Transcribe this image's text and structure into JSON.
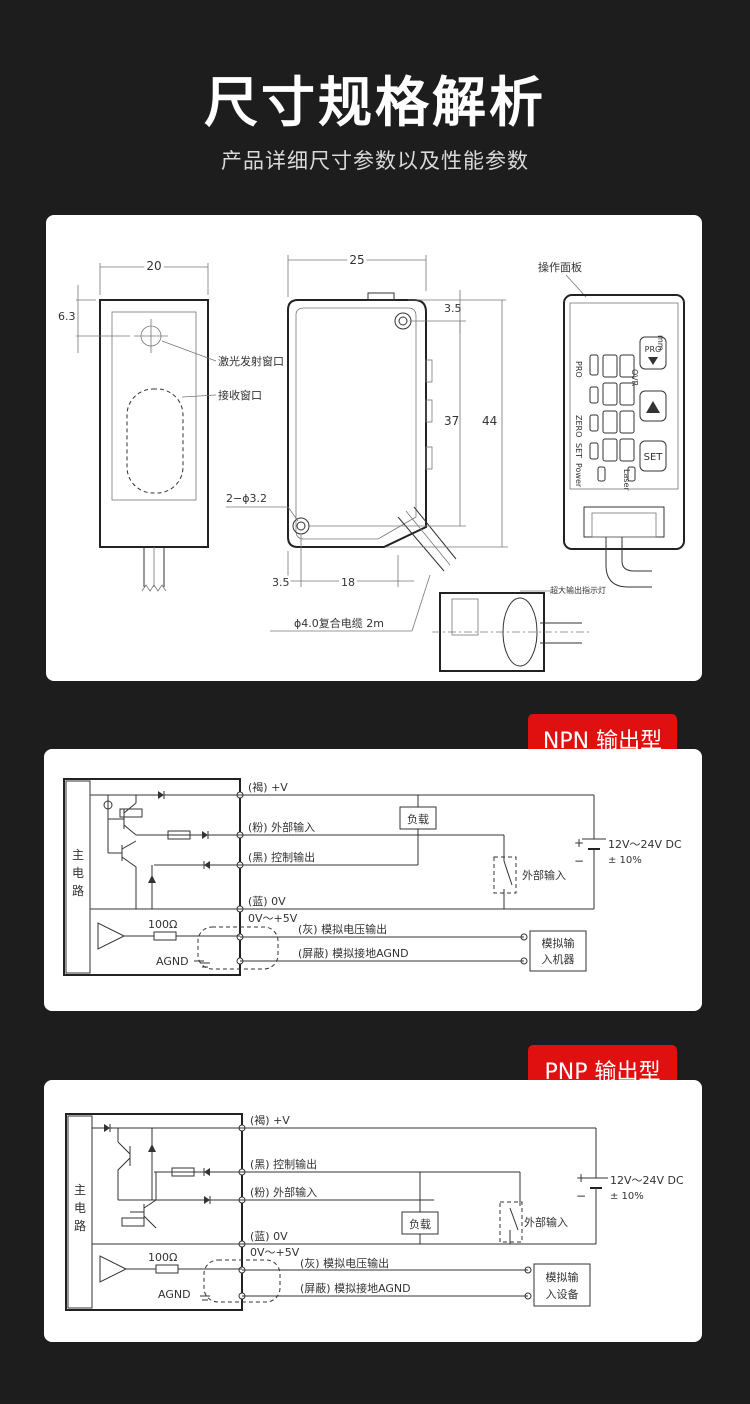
{
  "header": {
    "title": "尺寸规格解析",
    "subtitle": "产品详细尺寸参数以及性能参数"
  },
  "dimensions": {
    "width_20": "20",
    "offset_6_3": "6.3",
    "laser_window": "激光发射窗口",
    "receive_window": "接收窗口",
    "width_25": "25",
    "offset_3_5_top": "3.5",
    "height_37": "37",
    "height_44": "44",
    "holes": "2−ϕ3.2",
    "offset_3_5_bottom": "3.5",
    "width_18": "18",
    "cable": "ϕ4.0复合电缆  2m",
    "panel_title": "操作面板",
    "panel_pro": "PRO",
    "panel_zero": "ZERO",
    "panel_set": "SET",
    "panel_power": "Power",
    "panel_laser": "Laser",
    "panel_mm": "mm",
    "panel_ovr": "OVR",
    "btn_pro": "PRO",
    "btn_set": "SET",
    "max_output": "超大输出指示灯"
  },
  "npn": {
    "badge": "NPN 输出型",
    "main_circuit": [
      "主",
      "电",
      "路"
    ],
    "brown": "(褐) +V",
    "pink": "(粉) 外部输入",
    "black": "(黑) 控制输出",
    "blue": "(蓝) 0V",
    "range": "0V～+5V",
    "gray": "(灰) 模拟电压输出",
    "shield": "(屏蔽) 模拟接地AGND",
    "resistor": "100Ω",
    "agnd": "AGND",
    "load": "负载",
    "ext_input": "外部输入",
    "plus": "+",
    "minus": "−",
    "supply": "12V～24V  DC",
    "tolerance": "± 10%",
    "analog_device": [
      "模拟输",
      "入机器"
    ]
  },
  "pnp": {
    "badge": "PNP 输出型",
    "main_circuit": [
      "主",
      "电",
      "路"
    ],
    "brown": "(褐) +V",
    "black": "(黑) 控制输出",
    "pink": "(粉) 外部输入",
    "blue": "(蓝) 0V",
    "range": "0V～+5V",
    "gray": "(灰) 模拟电压输出",
    "shield": "(屏蔽) 模拟接地AGND",
    "resistor": "100Ω",
    "agnd": "AGND",
    "load": "负载",
    "ext_input": "外部输入",
    "plus": "+",
    "minus": "−",
    "supply": "12V～24V  DC",
    "tolerance": "± 10%",
    "analog_device": [
      "模拟输",
      "入设备"
    ]
  }
}
